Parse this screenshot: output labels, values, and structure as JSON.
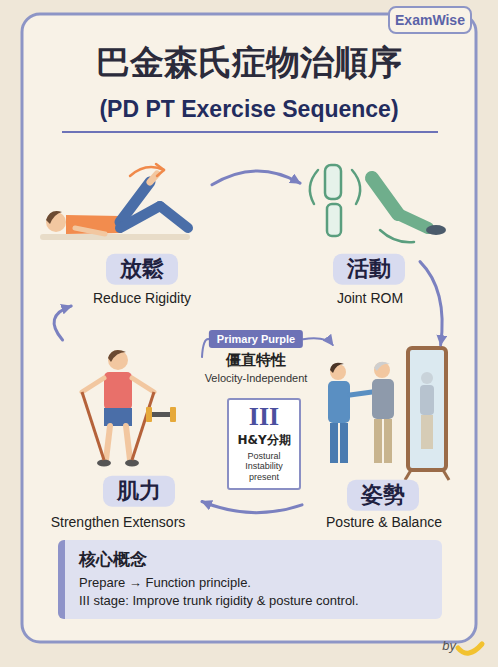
{
  "diagram": {
    "title": "巴金森氏症物治順序",
    "nodes": [
      {
        "text": [
          "ExamWise"
        ]
      },
      {
        "text": [
          "放鬆",
          "Reduce Rigidity"
        ]
      },
      {
        "text": [
          "活動",
          "Joint ROM"
        ]
      },
      {
        "text": [
          "Primary Purple"
        ]
      },
      {
        "text": [
          "III",
          "H&Y分期",
          "Postural Instability present"
        ]
      },
      {
        "text": [
          "姿勢",
          "Posture & Balance"
        ]
      },
      {
        "text": [
          "肌力",
          "Strengthen Extensors"
        ]
      },
      {
        "text": [
          "核心概念",
          "Prepare → Function principle.",
          "III stage: Improve trunk rigidity & posture control."
        ]
      }
    ],
    "edges": [
      {
        "from": 1,
        "to": 2,
        "arrow": "to"
      },
      {
        "from": 2,
        "to": 5,
        "arrow": "to"
      },
      {
        "from": 5,
        "to": 6,
        "arrow": "to"
      },
      {
        "from": 6,
        "to": 1,
        "arrow": "to"
      },
      {
        "from": 6,
        "to": 3,
        "arrow": "none"
      },
      {
        "from": 3,
        "to": 5,
        "arrow": "to"
      }
    ],
    "labels": [
      "(PD PT Exercise Sequence)",
      "僵直特性",
      "Velocity-Independent",
      "by"
    ]
  }
}
